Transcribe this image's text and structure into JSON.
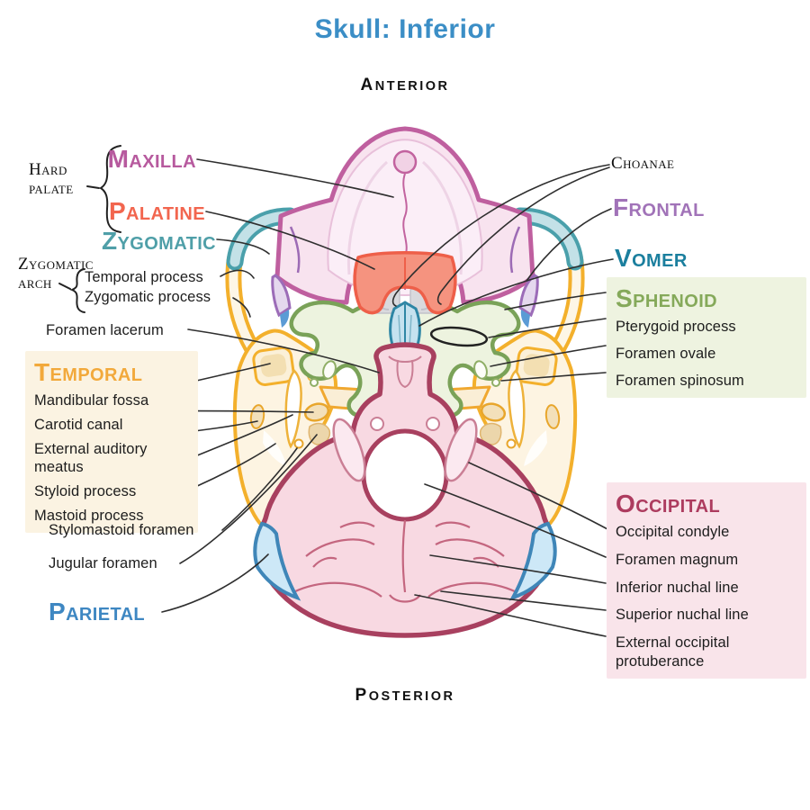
{
  "title": {
    "text": "Skull: Inferior",
    "color": "#3b8ec6"
  },
  "orientation": {
    "top": "Anterior",
    "bottom": "Posterior"
  },
  "groups": {
    "hard_palate": {
      "label": "Hard palate"
    },
    "zygomatic_arch": {
      "label": "Zygomatic arch",
      "items": [
        {
          "label": "Temporal process"
        },
        {
          "label": "Zygomatic process"
        }
      ]
    }
  },
  "bones": {
    "maxilla": {
      "label": "Maxilla",
      "color": "#b75a9e"
    },
    "palatine": {
      "label": "Palatine",
      "color": "#f2664f"
    },
    "zygomatic": {
      "label": "Zygomatic",
      "color": "#4f9fa8"
    },
    "temporal": {
      "label": "Temporal",
      "color": "#f2a93b"
    },
    "parietal": {
      "label": "Parietal",
      "color": "#3e87c2"
    },
    "frontal": {
      "label": "Frontal",
      "color": "#a173b8"
    },
    "vomer": {
      "label": "Vomer",
      "color": "#1b7f9e"
    },
    "sphenoid": {
      "label": "Sphenoid",
      "color": "#85a95a"
    },
    "occipital": {
      "label": "Occipital",
      "color": "#ad3c5f"
    }
  },
  "features": {
    "choanae": "Choanae",
    "foramen_lacerum": "Foramen lacerum",
    "temporal_box": [
      "Mandibular fossa",
      "Carotid canal",
      "External auditory meatus",
      "Styloid process",
      "Mastoid process"
    ],
    "temporal_extra": [
      "Stylomastoid foramen",
      "Jugular foramen"
    ],
    "sphenoid_box": [
      "Pterygoid process",
      "Foramen ovale",
      "Foramen spinosum"
    ],
    "occipital_box": [
      "Occipital condyle",
      "Foramen magnum",
      "Inferior nuchal line",
      "Superior nuchal line",
      "External occipital protuberance"
    ]
  },
  "panels": {
    "temporal_bg": "#fbf3e2",
    "sphenoid_bg": "#eef3e0",
    "occipital_bg": "#f9e4ea"
  },
  "illustration": {
    "maxilla": {
      "fill": "#f8e3ef",
      "stroke": "#bf5f9f"
    },
    "maxilla_inner": {
      "fill": "#fbeef7"
    },
    "zygomatic": {
      "fill": "#c3e1e7",
      "stroke": "#4aa0ab"
    },
    "palatine": {
      "fill": "#f5937f",
      "stroke": "#ee5f49"
    },
    "choanae": {
      "fill": "#d9d9dd"
    },
    "vomer": {
      "fill": "#c5e2ef",
      "stroke": "#2e86a5"
    },
    "sphenoid": {
      "fill": "#edf3df",
      "stroke": "#7aa258"
    },
    "frontal": {
      "fill": "#e5d8ee",
      "stroke": "#9c6cb8"
    },
    "temporal": {
      "fill": "#fdf4e2",
      "stroke": "#f3b02c"
    },
    "temporal_detail": {
      "fill": "#f3e0ba",
      "stroke": "#e8a62c"
    },
    "occipital": {
      "fill": "#f8d9e2",
      "stroke": "#a8405f"
    },
    "occipital_line": "#c4667f",
    "condyle_fill": "#fbe9f0",
    "parietal": {
      "fill": "#cde8f7",
      "stroke": "#3f86b8"
    },
    "leader": "#2f2f2f"
  }
}
